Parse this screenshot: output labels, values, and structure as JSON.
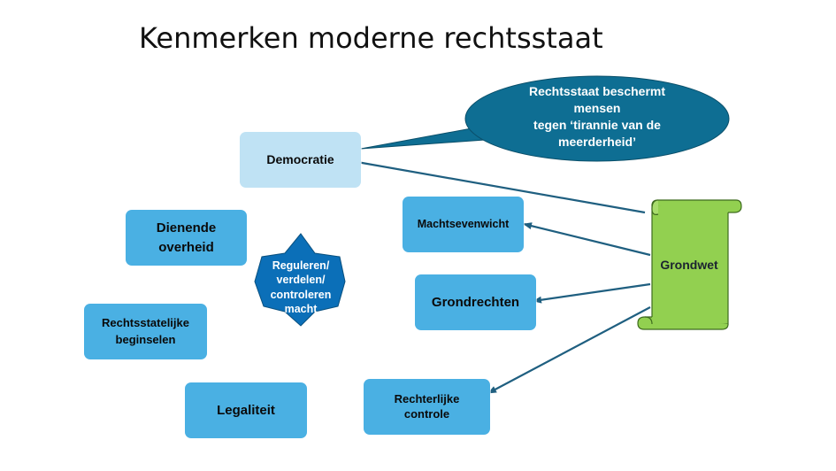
{
  "title": "Kenmerken moderne rechtsstaat",
  "colors": {
    "box": "#4AB0E3",
    "democratie_box": "#BFE2F4",
    "bubble": "#0E6E93",
    "star": "#0B6FB8",
    "scroll": "#92D050",
    "arrow": "#1F5F80"
  },
  "bubble": {
    "lines": [
      "Rechtsstaat beschermt",
      "mensen",
      "tegen ‘tirannie van de",
      "meerderheid’"
    ]
  },
  "star": {
    "lines": [
      "Reguleren/",
      "verdelen/",
      "controleren",
      "macht"
    ]
  },
  "scroll": {
    "label": "Grondwet"
  },
  "boxes": {
    "democratie": "Democratie",
    "dienende_1": "Dienende",
    "dienende_2": "overheid",
    "rechtsstatelijke_1": "Rechtsstatelijke",
    "rechtsstatelijke_2": "beginselen",
    "legaliteit": "Legaliteit",
    "machtsevenwicht": "Machtsevenwicht",
    "grondrechten": "Grondrechten",
    "rechterlijke_1": "Rechterlijke",
    "rechterlijke_2": "controle"
  }
}
